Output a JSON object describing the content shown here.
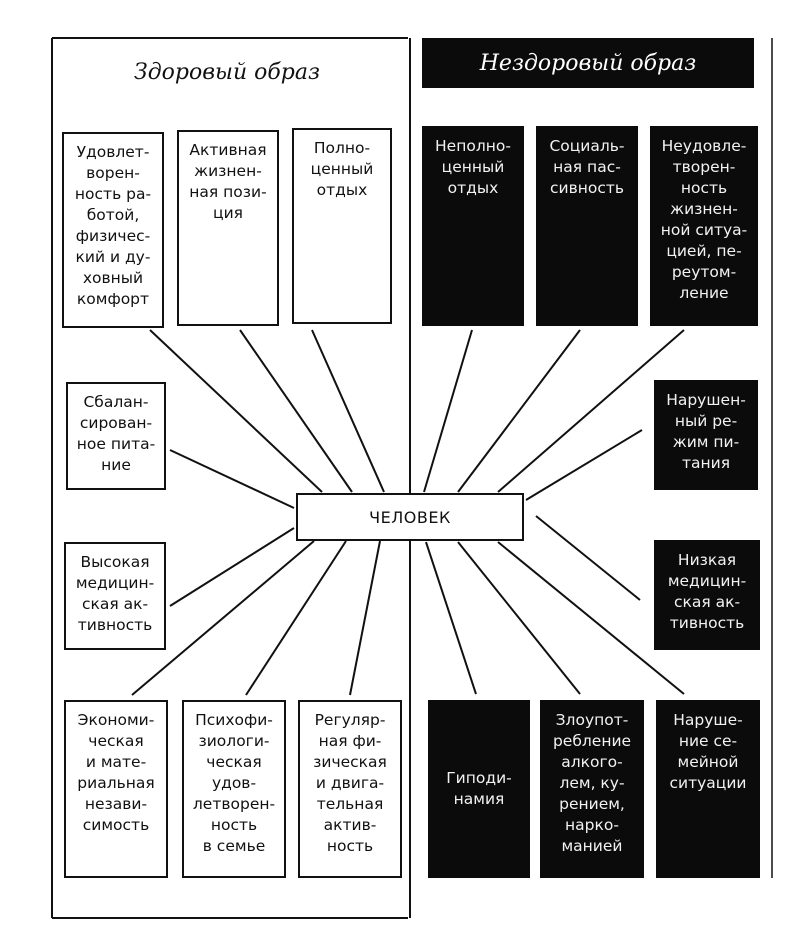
{
  "headers": {
    "healthy": "Здоровый образ",
    "unhealthy": "Нездоровый образ"
  },
  "center": "ЧЕЛОВЕК",
  "healthy_factors": [
    "Удовлет-\nворен-\nность ра-\nботой,\nфизичес-\nкий и ду-\nховный\nкомфорт",
    "Активная\nжизнен-\nная пози-\nция",
    "Полно-\nценный\nотдых",
    "Сбалан-\nсирован-\nное пита-\nние",
    "Высокая\nмедицин-\nская ак-\nтивность",
    "Экономи-\nческая\nи мате-\nриальная\nнезави-\nсимость",
    "Психофи-\nзиологи-\nческая\nудов-\nлетворен-\nность\nв семье",
    "Регуляр-\nная фи-\nзическая\nи двига-\nтельная\nактив-\nность"
  ],
  "unhealthy_factors": [
    "Неполно-\nценный\nотдых",
    "Социаль-\nная пас-\nсивность",
    "Неудовле-\nтворен-\nность\nжизнен-\nной ситуа-\nцией, пе-\nреутом-\nление",
    "Нарушен-\nный ре-\nжим пи-\nтания",
    "Низкая\nмедицин-\nская ак-\nтивность",
    "Гиподи-\nнамия",
    "Злоупот-\nребление\nалкого-\nлем, ку-\nрением,\nнарко-\nманией",
    "Наруше-\nние се-\nмейной\nситуации"
  ]
}
